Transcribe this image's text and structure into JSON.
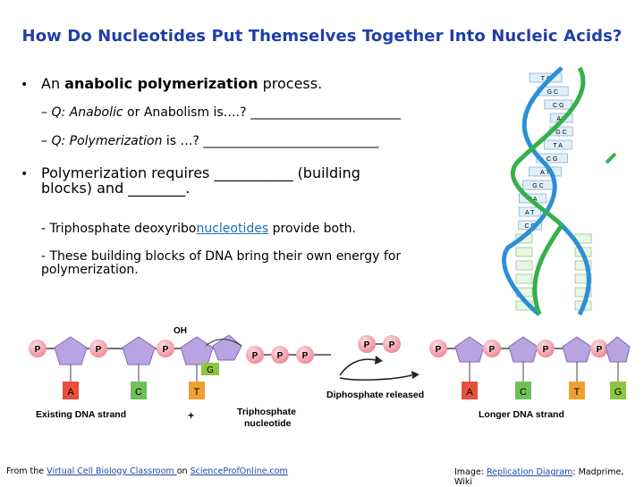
{
  "title": "How Do Nucleotides Put Themselves Together Into Nucleic Acids?",
  "bullets": {
    "dot": "•",
    "b1_pre": "An ",
    "b1_bold": "anabolic polymerization",
    "b1_post": " process.",
    "q1_prefix": "– Q: ",
    "q1_italic": "Anabolic",
    "q1_rest": " or Anabolism is….? ________________________",
    "q2_prefix": "– Q: ",
    "q2_italic": "Polymerization",
    "q2_rest": "  is …? ____________________________",
    "b2_line1": "Polymerization requires ___________ (building",
    "b2_line2": "blocks) and ________.",
    "sub1_pre": "- Triphosphate deoxyribo",
    "sub1_link": "nucleotides",
    "sub1_post": " provide both.",
    "sub2_line1": "- These building blocks of DNA bring their own energy for",
    "sub2_line2": "polymerization."
  },
  "diagram": {
    "p": "P",
    "oh": "OH",
    "bases": {
      "a": "A",
      "c": "C",
      "t": "T",
      "g": "G"
    },
    "label_existing": "Existing DNA strand",
    "label_plus": "+",
    "label_triphosphate_1": "Triphosphate",
    "label_triphosphate_2": "nucleotide",
    "label_diphosphate": "Diphosphate released",
    "label_longer": "Longer DNA strand"
  },
  "helix": {
    "pairs": [
      "T A",
      "G C",
      "C G",
      "A T",
      "G C",
      "T A",
      "C G",
      "A T",
      "G C",
      "T A",
      "A T",
      "C G"
    ]
  },
  "footer": {
    "left_pre": "From the  ",
    "left_link1": "Virtual Cell Biology Classroom ",
    "left_mid": "on ",
    "left_link2": "ScienceProfOnline.com",
    "right_pre": "Image: ",
    "right_link": "Replication Diagram",
    "right_post": ": Madprime, Wiki"
  },
  "colors": {
    "title": "#1f3fa8",
    "phosphate": "#f4a3ad",
    "sugar": "#b9a3e0",
    "base_a": "#e8503b",
    "base_c": "#6fbf5a",
    "base_t": "#f0a030",
    "base_g": "#8cc63f",
    "helix_blue": "#2c8fd6",
    "helix_green": "#35b04a"
  }
}
